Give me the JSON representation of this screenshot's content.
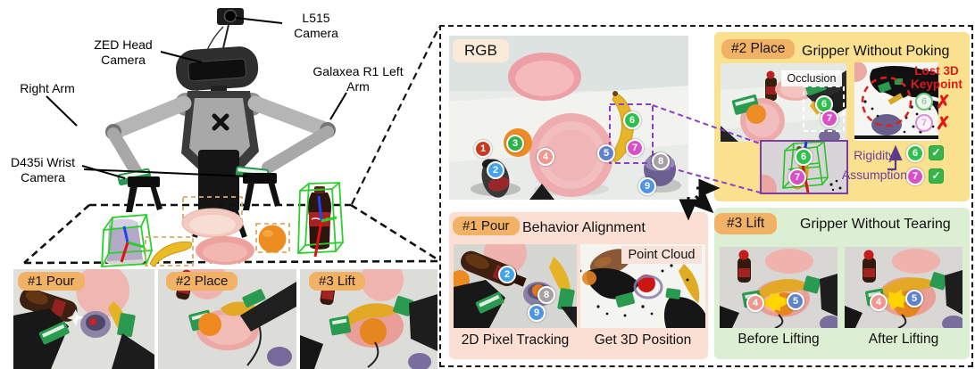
{
  "robot_diagram": {
    "labels": {
      "l515": "L515 Camera",
      "zed": "ZED Head Camera",
      "galaxea": "Galaxea R1 Left Arm",
      "right_arm": "Right Arm",
      "d435i": "D435i Wrist Camera"
    }
  },
  "task_photos": [
    {
      "badge": "#1 Pour"
    },
    {
      "badge": "#2 Place"
    },
    {
      "badge": "#3 Lift"
    }
  ],
  "rgb_panel": {
    "label": "RGB",
    "keypoints": [
      {
        "id": "1",
        "color": "#c9391f"
      },
      {
        "id": "2",
        "color": "#42a4ea"
      },
      {
        "id": "3",
        "color": "#2db24a"
      },
      {
        "id": "4",
        "color": "#f0988f"
      },
      {
        "id": "5",
        "color": "#5f83cb"
      },
      {
        "id": "6",
        "color": "#2fbf4e"
      },
      {
        "id": "7",
        "color": "#d94fc6"
      },
      {
        "id": "8",
        "color": "#a5a1a3"
      },
      {
        "id": "9",
        "color": "#4e95e6"
      }
    ]
  },
  "pour_panel": {
    "badge": "#1 Pour",
    "title": "Behavior Alignment",
    "overlay_label": "Point Cloud",
    "captions": [
      "2D Pixel Tracking",
      "Get 3D Position"
    ],
    "keypoints": [
      "2",
      "8",
      "9"
    ]
  },
  "place_panel": {
    "badge": "#2 Place",
    "title": "Gripper Without Poking",
    "occlusion_label": "Occlusion",
    "lost_label": "Lost 3D Keypoint",
    "rigidity_line1": "Rigidity",
    "rigidity_line2": "Assumption",
    "scene_keypoints": [
      "6",
      "7"
    ],
    "lost_keypoints": [
      {
        "id": "6",
        "mark": "✗"
      },
      {
        "id": "7",
        "mark": "✗"
      }
    ],
    "verified_keypoints": [
      {
        "id": "6",
        "mark": "✓"
      },
      {
        "id": "7",
        "mark": "✓"
      }
    ],
    "inset_keypoints": [
      "6",
      "7"
    ]
  },
  "lift_panel": {
    "badge": "#3 Lift",
    "title": "Gripper Without Tearing",
    "captions": [
      "Before Lifting",
      "After Lifting"
    ],
    "keypoints": [
      "4",
      "5"
    ]
  },
  "colors": {
    "badge_orange": "#f2b266",
    "panel_place_yellow": "#fae18f",
    "panel_pour_salmon": "#fadfd2",
    "panel_lift_green": "#dcefd2",
    "error_red": "#e01818",
    "success_green": "#38b54a",
    "annotation_purple": "#6b3fa0",
    "keypoint_box_green": "#2bd12b"
  }
}
